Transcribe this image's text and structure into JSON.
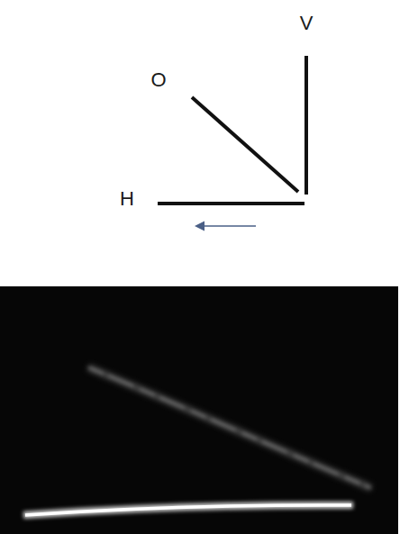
{
  "diagram": {
    "labels": [
      "O",
      "V",
      "H"
    ]
  }
}
